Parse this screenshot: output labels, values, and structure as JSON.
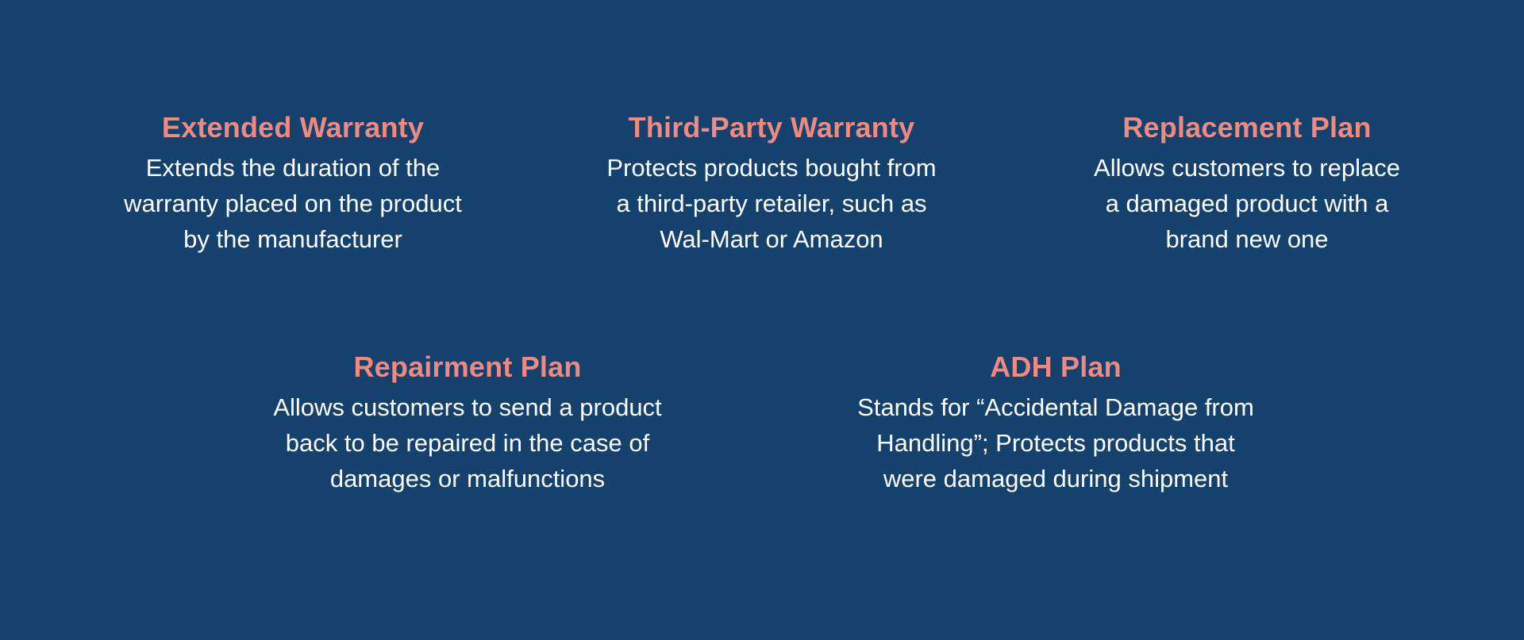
{
  "background_color": "#15416e",
  "title_color": "#ef8a80",
  "text_color": "#ffffff",
  "plans": [
    {
      "title": "Extended Warranty",
      "lines": [
        "Extends the duration of the",
        "warranty placed on the product",
        "by the manufacturer"
      ]
    },
    {
      "title": "Third-Party Warranty",
      "lines": [
        "Protects products bought from",
        "a third-party retailer, such as",
        "Wal-Mart or Amazon"
      ]
    },
    {
      "title": "Replacement Plan",
      "lines": [
        "Allows customers to replace",
        "a damaged product with a",
        "brand new one"
      ]
    },
    {
      "title": "Repairment Plan",
      "lines": [
        "Allows customers to send a product",
        "back to be repaired in the case of",
        "damages or malfunctions"
      ]
    },
    {
      "title": "ADH Plan",
      "lines": [
        "Stands for “Accidental Damage from",
        "Handling”; Protects products that",
        "were damaged during shipment"
      ]
    }
  ]
}
